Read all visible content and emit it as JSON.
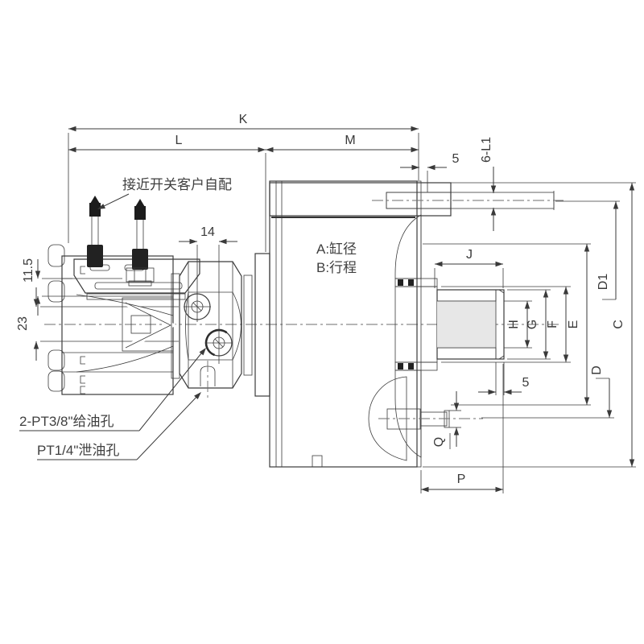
{
  "annotations": {
    "proximity_note": "接近开关客户自配",
    "bore_note": "A:缸径",
    "stroke_note": "B:行程",
    "supply_port": "2-PT3/8\"给油孔",
    "drain_port": "PT1/4\"泄油孔"
  },
  "dimensions": {
    "overall_length": "K",
    "rear_length": "L",
    "mid_length": "M",
    "flange_offset": "5",
    "tie_rod_callout": "6-L1",
    "port_spacing": "14",
    "rear_offset": "11.5",
    "port_span": "23",
    "shaft_thread_length": "J",
    "bore_diameter": "H",
    "thread_diameter": "G",
    "shaft_diameter": "F",
    "pilot_diameter": "E",
    "bolt_circle_diameter": "D1",
    "body_diameter": "C",
    "stud_offset": "D",
    "shaft_end_length": "5",
    "stud_diameter": "Q",
    "stud_projection": "P"
  },
  "colors": {
    "line": "#3a3a3a",
    "body_fill": "#ededed",
    "background": "#ffffff"
  }
}
